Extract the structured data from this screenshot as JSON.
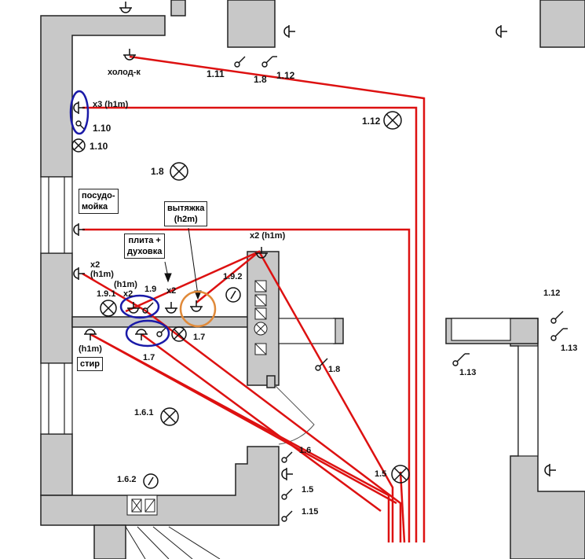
{
  "boxes": {
    "dishwasher_l1": "посудо-",
    "dishwasher_l2": "мойка",
    "hood_l1": "вытяжка",
    "hood_l2": "(h2m)",
    "stove_l1": "плита +",
    "stove_l2": "духовка",
    "washer": "стир"
  },
  "labels": {
    "fridge": "холод-к",
    "s_1_11": "1.11",
    "s_1_8_top": "1.8",
    "s_1_12_top": "1.12",
    "lamp_1_12": "1.12",
    "x3_h1m": "x3 (h1m)",
    "s_1_10_a": "1.10",
    "s_1_10_b": "1.10",
    "lamp_1_8": "1.8",
    "x2_h1m_right": "x2 (h1m)",
    "x2_left": "x2",
    "h1m_left": "(h1m)",
    "h1m_mid": "(h1m)",
    "s_1_9_1": "1.9.1",
    "x2_mid": "x2",
    "s_1_9": "1.9",
    "x2_mid2": "x2",
    "s_1_9_2": "1.9.2",
    "h1m_washer": "(h1m)",
    "s_1_7_a": "1.7",
    "s_1_7_b": "1.7",
    "s_1_8_right": "1.8",
    "lamp_1_6_1": "1.6.1",
    "s_1_6": "1.6",
    "s_1_5_lamp": "1.5",
    "s_1_5": "1.5",
    "s_1_6_2": "1.6.2",
    "s_1_15": "1.15",
    "s_1_12_right": "1.12",
    "s_1_13_a": "1.13",
    "s_1_13_b": "1.13"
  },
  "colors": {
    "wall": "#c8c8c8",
    "wall_edge": "#222222",
    "cable": "#dd1111",
    "highlight_blue": "#1a1aa8",
    "highlight_orange": "#e08a3a"
  }
}
